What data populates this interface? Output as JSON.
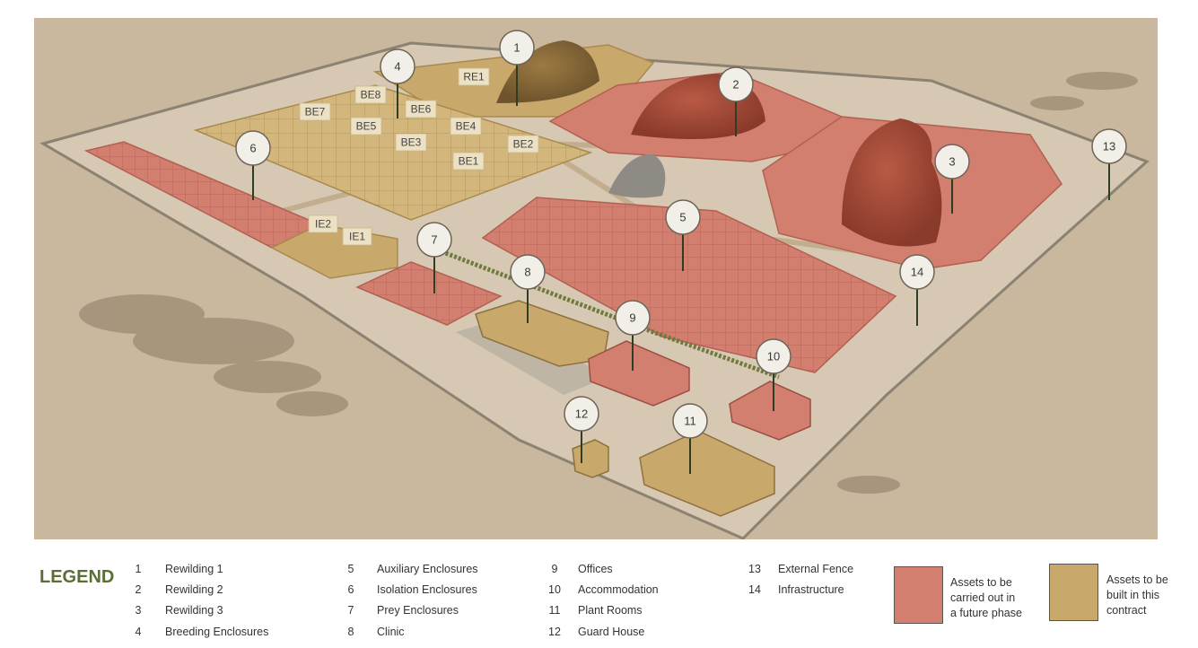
{
  "legend": {
    "title": "LEGEND",
    "items": [
      {
        "num": "1",
        "label": "Rewilding 1"
      },
      {
        "num": "2",
        "label": "Rewilding 2"
      },
      {
        "num": "3",
        "label": "Rewilding 3"
      },
      {
        "num": "4",
        "label": "Breeding Enclosures"
      },
      {
        "num": "5",
        "label": "Auxiliary Enclosures"
      },
      {
        "num": "6",
        "label": "Isolation Enclosures"
      },
      {
        "num": "7",
        "label": "Prey Enclosures"
      },
      {
        "num": "8",
        "label": "Clinic"
      },
      {
        "num": "9",
        "label": "Offices"
      },
      {
        "num": "10",
        "label": "Accommodation"
      },
      {
        "num": "11",
        "label": "Plant Rooms"
      },
      {
        "num": "12",
        "label": "Guard House"
      },
      {
        "num": "13",
        "label": "External Fence"
      },
      {
        "num": "14",
        "label": "Infrastructure"
      }
    ],
    "key": [
      {
        "color": "#d27f70",
        "text": [
          "Assets to be",
          "carried out in",
          "a future phase"
        ]
      },
      {
        "color": "#c9a86b",
        "text": [
          "Assets to be",
          "built in this",
          "contract"
        ]
      }
    ]
  },
  "pins": [
    "1",
    "2",
    "3",
    "4",
    "5",
    "6",
    "7",
    "8",
    "9",
    "10",
    "11",
    "12",
    "13",
    "14"
  ],
  "tags": [
    "RE1",
    "BE8",
    "BE7",
    "BE6",
    "BE5",
    "BE4",
    "BE3",
    "BE2",
    "BE1",
    "IE2",
    "IE1"
  ],
  "colors": {
    "future_phase": "#d27f70",
    "this_contract": "#c9a86b",
    "ground": "#c9b79e",
    "legend_title": "#5b6e33"
  }
}
